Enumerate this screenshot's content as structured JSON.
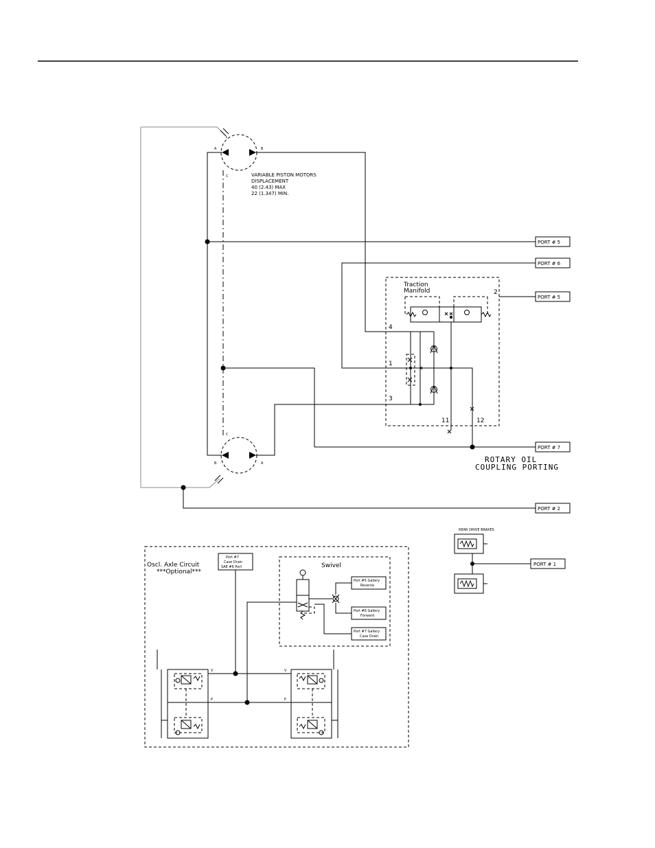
{
  "motor_note": {
    "line1": "VARIABLE PISTON MOTORS",
    "line2": "DISPLACEMENT",
    "line3": "40 (2.43) MAX",
    "line4": "22 (1.347) MIN."
  },
  "ports": {
    "port5_top": "PORT # 5",
    "port6": "PORT # 6",
    "port5_manifold": "PORT # 5",
    "port7": "PORT # 7",
    "port2": "PORT # 2",
    "port1": "PORT # 1"
  },
  "motor_labels": {
    "a": "A",
    "b": "B",
    "c": "C"
  },
  "manifold": {
    "title_line1": "Traction",
    "title_line2": "Manifold",
    "n1": "1",
    "n2": "2",
    "n3": "3",
    "n4": "4",
    "n11": "11",
    "n12": "12"
  },
  "rotary": {
    "line1": "ROTARY OIL",
    "line2": "COUPLING PORTING"
  },
  "brakes": {
    "title": "REAR DRIVE BRAKES"
  },
  "axle": {
    "title_line1": "Oscl. Axle Circuit",
    "title_line2": "***Optional***",
    "port_box_line1": "Port #7",
    "port_box_line2": "Case Drain",
    "port_box_line3": "SAE #6 Port",
    "v": "V",
    "p": "P"
  },
  "swivel": {
    "title": "Swivel",
    "reverse_line1": "Port #5 Gallery",
    "reverse_line2": "Reverse",
    "forward_line1": "Port #6 Gallery",
    "forward_line2": "Forward",
    "drain_line1": "Port #7 Gallery",
    "drain_line2": "Case Drain"
  }
}
